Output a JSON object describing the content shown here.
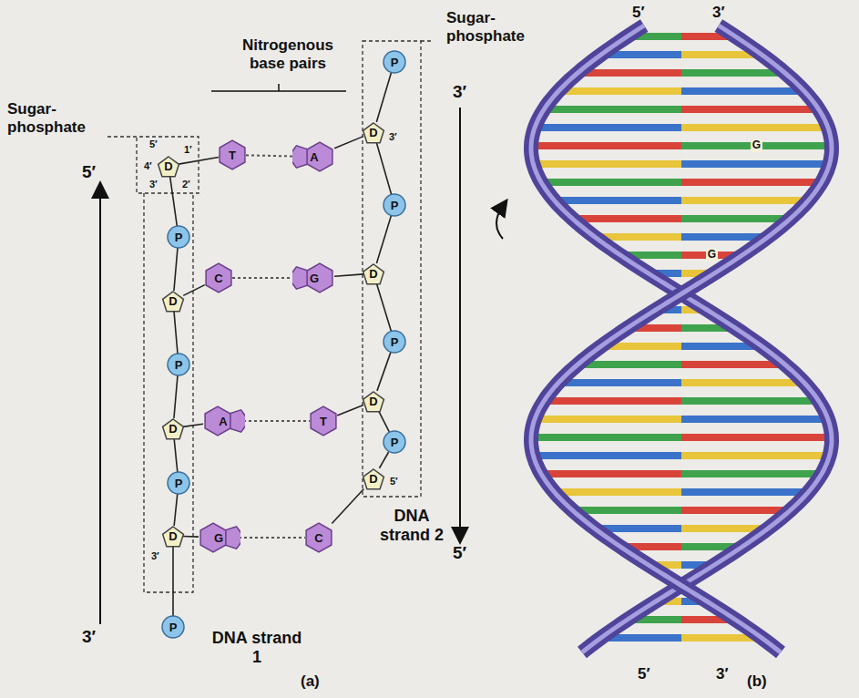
{
  "diagram": {
    "nodes": [
      {
        "text": [
          "P"
        ]
      },
      {
        "text": [
          "D"
        ]
      },
      {
        "text": [
          "T"
        ]
      },
      {
        "text": [
          "A"
        ]
      },
      {
        "text": [
          "D"
        ]
      },
      {
        "text": [
          "P"
        ]
      },
      {
        "text": [
          "P"
        ]
      },
      {
        "text": [
          "C"
        ]
      },
      {
        "text": [
          "G"
        ]
      },
      {
        "text": [
          "D"
        ]
      },
      {
        "text": [
          "D"
        ]
      },
      {
        "text": [
          "P"
        ]
      },
      {
        "text": [
          "P"
        ]
      },
      {
        "text": [
          "A"
        ]
      },
      {
        "text": [
          "T"
        ]
      },
      {
        "text": [
          "D"
        ]
      },
      {
        "text": [
          "D"
        ]
      },
      {
        "text": [
          "P"
        ]
      },
      {
        "text": [
          "P"
        ]
      },
      {
        "text": [
          "G"
        ]
      },
      {
        "text": [
          "C"
        ]
      },
      {
        "text": [
          "D"
        ]
      },
      {
        "text": [
          "D"
        ]
      },
      {
        "text": [
          "P"
        ]
      }
    ],
    "edges": [
      {
        "from": 1,
        "to": 6,
        "arrow": "none"
      },
      {
        "from": 6,
        "to": 9,
        "arrow": "none"
      },
      {
        "from": 9,
        "to": 12,
        "arrow": "none"
      },
      {
        "from": 12,
        "to": 15,
        "arrow": "none"
      },
      {
        "from": 15,
        "to": 18,
        "arrow": "none"
      },
      {
        "from": 18,
        "to": 21,
        "arrow": "none"
      },
      {
        "from": 21,
        "to": 23,
        "arrow": "none"
      },
      {
        "from": 0,
        "to": 4,
        "arrow": "none"
      },
      {
        "from": 4,
        "to": 5,
        "arrow": "none"
      },
      {
        "from": 5,
        "to": 10,
        "arrow": "none"
      },
      {
        "from": 10,
        "to": 11,
        "arrow": "none"
      },
      {
        "from": 11,
        "to": 16,
        "arrow": "none"
      },
      {
        "from": 16,
        "to": 17,
        "arrow": "none"
      },
      {
        "from": 17,
        "to": 22,
        "arrow": "none"
      },
      {
        "from": 1,
        "to": 2,
        "arrow": "none"
      },
      {
        "from": 3,
        "to": 4,
        "arrow": "none"
      },
      {
        "from": 9,
        "to": 7,
        "arrow": "none"
      },
      {
        "from": 8,
        "to": 10,
        "arrow": "none"
      },
      {
        "from": 15,
        "to": 13,
        "arrow": "none"
      },
      {
        "from": 14,
        "to": 16,
        "arrow": "none"
      },
      {
        "from": 21,
        "to": 19,
        "arrow": "none"
      },
      {
        "from": 20,
        "to": 22,
        "arrow": "none"
      },
      {
        "from": 2,
        "to": 3,
        "arrow": "none"
      },
      {
        "from": 7,
        "to": 8,
        "arrow": "none"
      },
      {
        "from": 13,
        "to": 14,
        "arrow": "none"
      },
      {
        "from": 19,
        "to": 20,
        "arrow": "none"
      }
    ],
    "labels": [
      "Nitrogenous base pairs",
      "Sugar-phosphate",
      "Sugar-phosphate",
      "5′",
      "3′",
      "3′",
      "5′",
      "DNA strand 1",
      "DNA strand 2",
      "(a)",
      "(b)",
      "5′",
      "4′",
      "3′",
      "2′",
      "1′",
      "3′",
      "3′",
      "5′",
      "5′",
      "3′",
      "5′",
      "3′",
      "G",
      "G"
    ]
  }
}
